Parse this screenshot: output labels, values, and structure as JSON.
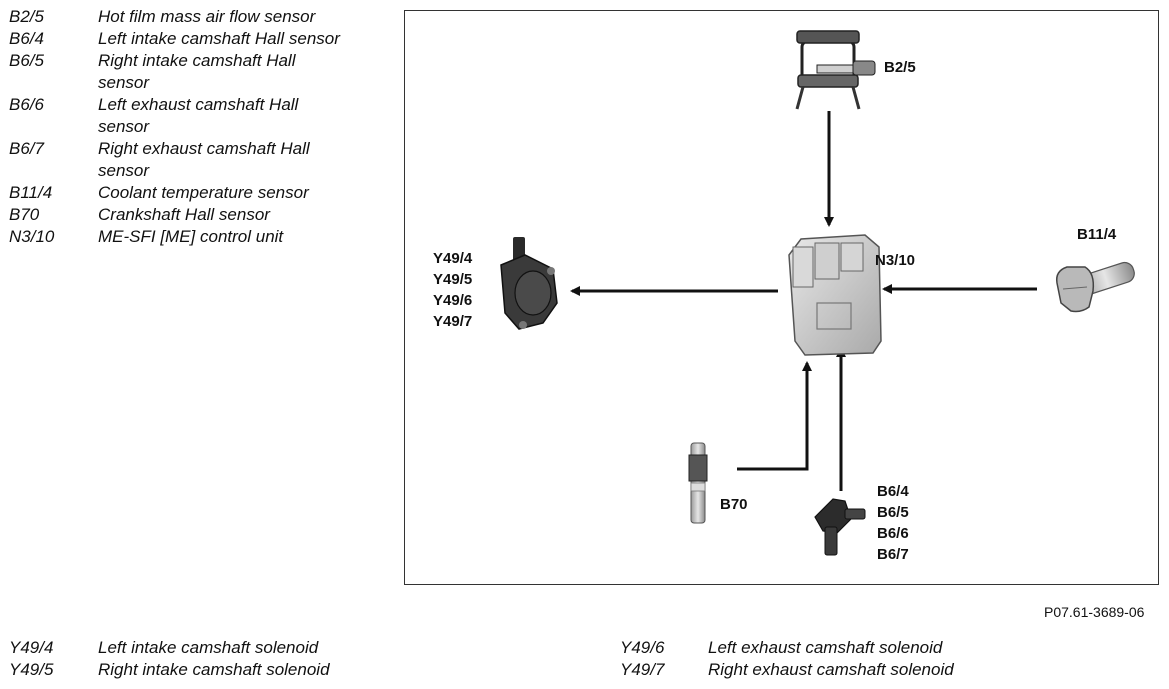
{
  "legend_top": [
    {
      "code": "B2/5",
      "desc": "Hot film mass air flow sensor"
    },
    {
      "code": "B6/4",
      "desc": "Left intake camshaft Hall sensor"
    },
    {
      "code": "B6/5",
      "desc": "Right intake camshaft Hall sensor"
    },
    {
      "code": "B6/6",
      "desc": "Left exhaust camshaft Hall sensor"
    },
    {
      "code": "B6/7",
      "desc": "Right exhaust camshaft Hall sensor"
    },
    {
      "code": "B11/4",
      "desc": "Coolant temperature sensor"
    },
    {
      "code": "B70",
      "desc": "Crankshaft Hall sensor"
    },
    {
      "code": "N3/10",
      "desc": "ME-SFI [ME] control unit"
    }
  ],
  "diagram": {
    "labels": {
      "maf": "B2/5",
      "coolant": "B11/4",
      "control_unit": "N3/10",
      "crankshaft": "B70",
      "solenoids": [
        "Y49/4",
        "Y49/5",
        "Y49/6",
        "Y49/7"
      ],
      "camshaft_sensors": [
        "B6/4",
        "B6/5",
        "B6/6",
        "B6/7"
      ]
    }
  },
  "figure_id": "P07.61-3689-06",
  "legend_bottom": [
    [
      {
        "code": "Y49/4",
        "desc": "Left intake camshaft solenoid"
      },
      {
        "code": "Y49/5",
        "desc": "Right intake camshaft solenoid"
      }
    ],
    [
      {
        "code": "Y49/6",
        "desc": "Left exhaust camshaft solenoid"
      },
      {
        "code": "Y49/7",
        "desc": "Right exhaust camshaft solenoid"
      }
    ]
  ]
}
